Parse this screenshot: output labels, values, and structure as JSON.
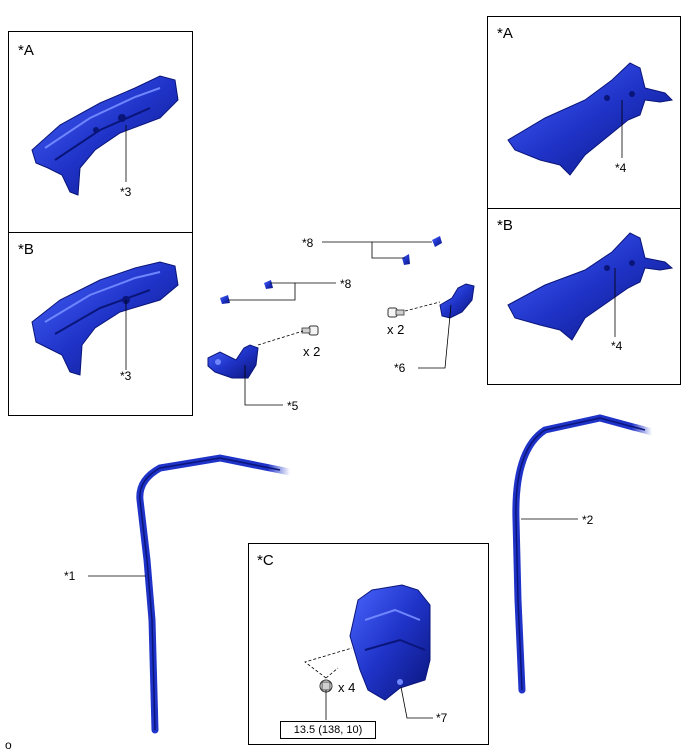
{
  "panels": {
    "top_left_a": "*A",
    "mid_left_b": "*B",
    "top_right_a": "*A",
    "mid_right_b": "*B",
    "bottom_c": "*C"
  },
  "callouts": {
    "c1": "*1",
    "c2": "*2",
    "c3_top": "*3",
    "c3_bottom": "*3",
    "c4_top": "*4",
    "c4_bottom": "*4",
    "c5": "*5",
    "c6": "*6",
    "c7": "*7",
    "c8_top": "*8",
    "c8_mid": "*8"
  },
  "quantities": {
    "q_left_bolt": "x 2",
    "q_right_bolt": "x 2",
    "q_bolts_c": "x 4"
  },
  "torque": "13.5 (138, 10)",
  "figure_id": "o",
  "colors": {
    "part_blue": "#1f33c8",
    "part_dark": "#0a157a",
    "part_light": "#4a66ff"
  }
}
